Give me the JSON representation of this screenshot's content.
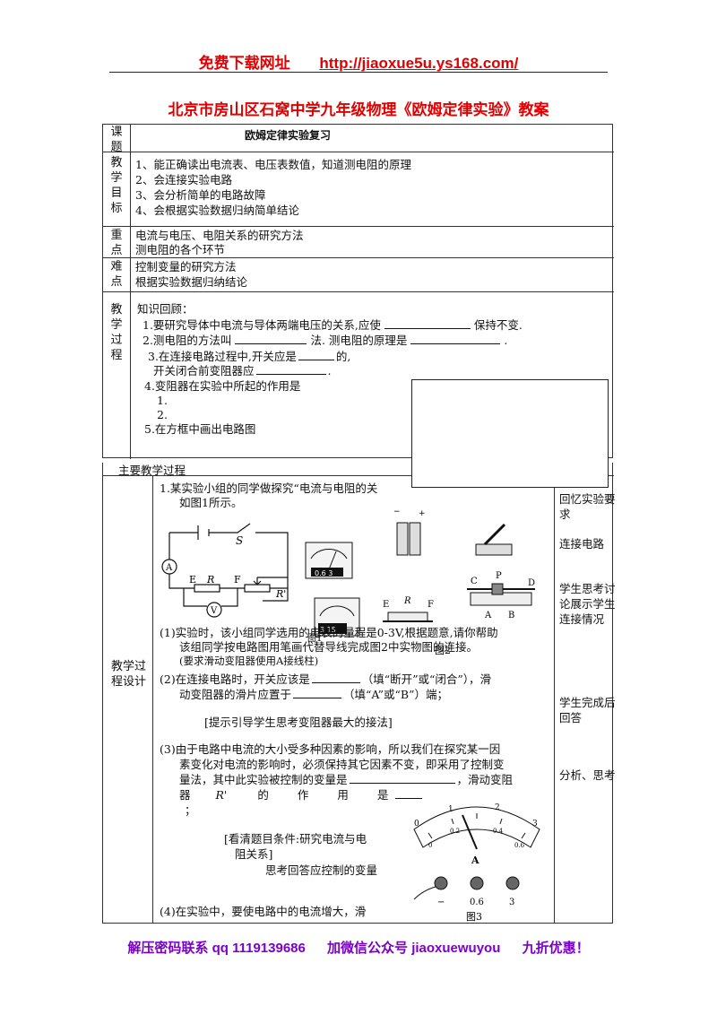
{
  "header": {
    "label": "免费下载网址",
    "url": "http://jiaoxue5u.ys168.com/"
  },
  "title": "北京市房山区石窝中学九年级物理《欧姆定律实验》教案",
  "table": {
    "topic_label": "课题",
    "topic": "欧姆定律实验复习",
    "goals_label": "教学目标",
    "goals": [
      "1、能正确读出电流表、电压表数值，知道测电阻的原理",
      "2、会连接实验电路",
      "3、会分析简单的电路故障",
      "4、会根据实验数据归纳简单结论"
    ],
    "key_label": "重点",
    "key": [
      "电流与电压、电阻关系的研究方法",
      "测电阻的各个环节"
    ],
    "diff_label": "难点",
    "diff": [
      "控制变量的研究方法",
      "根据实验数据归纳结论"
    ],
    "proc_label": "教学过程",
    "review": {
      "title": "知识回顾：",
      "q1": "1.要研究导体中电流与导体两端电压的关系,应使",
      "q1b": "保持不变.",
      "q2a": "2.测电阻的方法叫",
      "q2b": "法. 测电阻的原理是",
      "q2c": ".",
      "q3a": "3.在连接电路过程中,开关应是",
      "q3b": "的,",
      "q3c": "开关闭合前变阻器应",
      "q3d": ".",
      "q4": "4.变阻器在实验中所起的作用是",
      "q4_1": "1.",
      "q4_2": "2.",
      "q5": "5.在方框中画出电路图"
    }
  },
  "main": {
    "section_label": "主要教学过程",
    "design_label": "教学过程设计",
    "p1a": "1.某实验小组的同学做探究“电流与电阻的关",
    "p1b": "如图1所示。",
    "fig_labels": {
      "S": "S",
      "A": "A",
      "V": "V",
      "E": "E",
      "R": "R",
      "F": "F",
      "Rp": "R'",
      "fig2": "图2",
      "C": "C",
      "P": "P",
      "D": "D",
      "A2": "A",
      "B": "B",
      "E2": "E",
      "R2": "R",
      "F2": "F",
      "m1": "0.6 3",
      "m2": "3 15",
      "fig1": "图1"
    },
    "q1a": "(1)实验时，该小组同学选用的电表的量程是0-3V,根据题意,请你帮助",
    "q1b": "该组同学按电路图用笔画代替导线完成图2中实物图的连接。",
    "q1c": "(要求滑动变阻器使用A接线柱)",
    "q2a": "(2)在连接电路时，开关应该是",
    "q2b": "（填“断开”或“闭合”），滑",
    "q2c": "动变阻器的滑片应置于",
    "q2d": "（填“A”或“B”）端；",
    "hint1": "[提示引导学生思考变阻器最大的接法]",
    "q3a": "(3)由于电路中电流的大小受多种因素的影响，所以我们在探究某一因",
    "q3b": "素变化对电流的影响时，必须保持其它因素不变，即采用了控制变",
    "q3c": "量法，其中此实验被控制的变量是",
    "q3d": "，滑动变阻",
    "q3e": "器",
    "q3f": "R'",
    "q3g": "的",
    "q3h": "作",
    "q3i": "用",
    "q3j": "是",
    "q3k": "；",
    "hint2a": "[看清题目条件:研究电流与电",
    "hint2b": "阻关系]",
    "hint3": "思考回答应控制的变量",
    "q4a": "(4)在实验中，要使电路中的电流增大，滑",
    "ammeter": {
      "t0": "0",
      "t1": "1",
      "t2": "2",
      "t3": "3",
      "b0": "0",
      "b02": "0.2",
      "b04": "0.4",
      "b06": "0.6",
      "unit": "A",
      "term1": "−",
      "term2": "0.6",
      "term3": "3",
      "fig3": "图3"
    },
    "side": [
      "回忆实验要求",
      "连接电路",
      "学生思考讨论展示学生连接情况",
      "学生完成后回答",
      "分析、思考"
    ]
  },
  "footer": {
    "a": "解压密码联系 qq  1119139686",
    "b": "加微信公众号 jiaoxuewuyou",
    "c": "九折优惠！"
  }
}
